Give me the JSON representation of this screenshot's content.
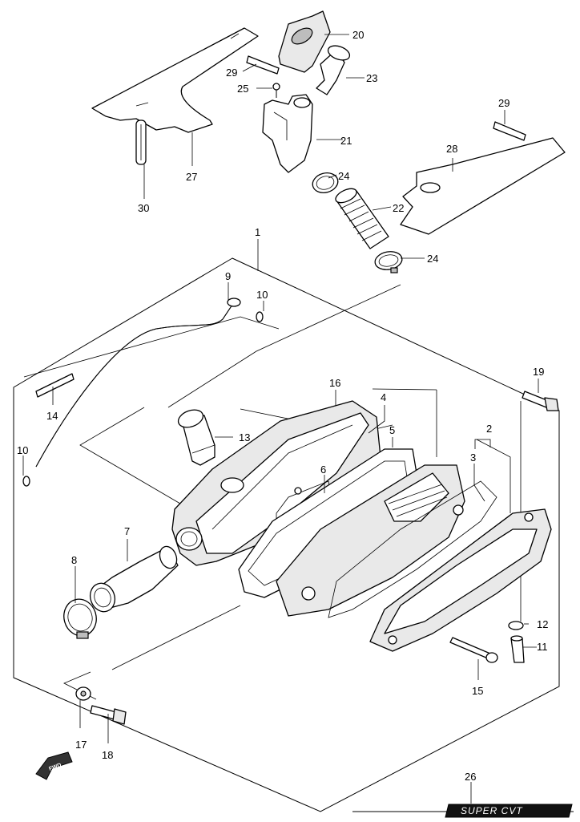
{
  "parts": [
    {
      "id": "1"
    },
    {
      "id": "2"
    },
    {
      "id": "3"
    },
    {
      "id": "4"
    },
    {
      "id": "5"
    },
    {
      "id": "6"
    },
    {
      "id": "7"
    },
    {
      "id": "8"
    },
    {
      "id": "9"
    },
    {
      "id": "10"
    },
    {
      "id": "10"
    },
    {
      "id": "11"
    },
    {
      "id": "12"
    },
    {
      "id": "13"
    },
    {
      "id": "14"
    },
    {
      "id": "15"
    },
    {
      "id": "16"
    },
    {
      "id": "17"
    },
    {
      "id": "18"
    },
    {
      "id": "19"
    },
    {
      "id": "20"
    },
    {
      "id": "21"
    },
    {
      "id": "22"
    },
    {
      "id": "23"
    },
    {
      "id": "24"
    },
    {
      "id": "24"
    },
    {
      "id": "25"
    },
    {
      "id": "26"
    },
    {
      "id": "27"
    },
    {
      "id": "28"
    },
    {
      "id": "29"
    },
    {
      "id": "29"
    },
    {
      "id": "30"
    }
  ],
  "logo_text": "SUPER CVT",
  "fwd_text": "FWD",
  "colors": {
    "line": "#000000",
    "background": "#ffffff"
  }
}
